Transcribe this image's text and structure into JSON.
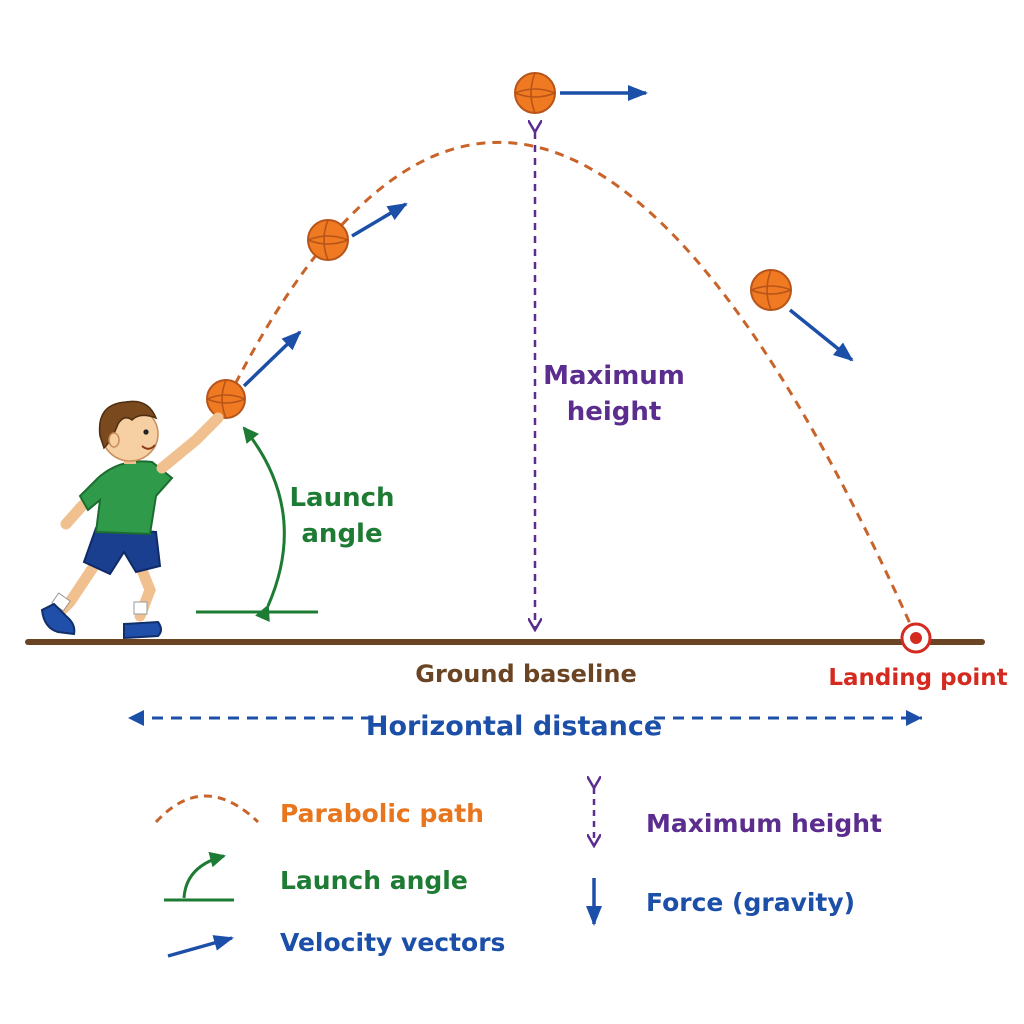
{
  "diagram": {
    "labels": {
      "launch_angle_line1": "Launch",
      "launch_angle_line2": "angle",
      "max_height_line1": "Maximum",
      "max_height_line2": "height",
      "ground": "Ground baseline",
      "landing": "Landing point",
      "distance": "Horizontal distance"
    }
  },
  "legend": {
    "items": [
      {
        "label": "Parabolic path"
      },
      {
        "label": "Launch angle"
      },
      {
        "label": "Velocity vectors"
      },
      {
        "label": "Maximum height"
      },
      {
        "label": "Force (gravity)"
      }
    ]
  },
  "colors": {
    "path": "#c8642a",
    "ball": "#f07a22",
    "ball_stroke": "#b8541a",
    "angle": "#1e7b34",
    "velocity": "#1c4fa8",
    "height": "#5b2d8e",
    "ground": "#6b4423",
    "landing": "#d42a20",
    "distance": "#1c4fa8",
    "legend_path_text": "#e8761e"
  }
}
